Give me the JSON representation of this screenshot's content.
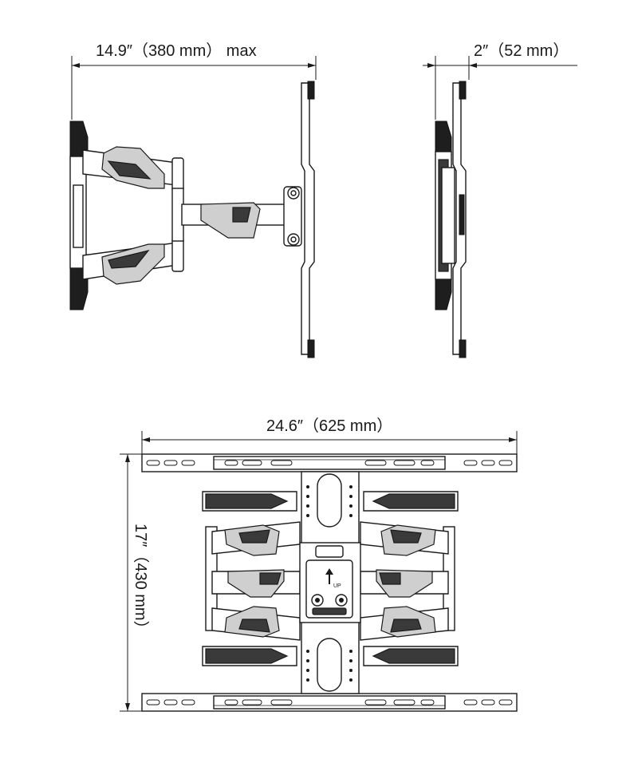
{
  "dimensions": {
    "side_max_extension": "14.9″（380 mm） max",
    "side_min_profile": "2″（52 mm）",
    "front_width": "24.6″（625 mm）",
    "front_height": "17″（430 mm）"
  },
  "views": [
    {
      "name": "side-view-extended"
    },
    {
      "name": "side-view-folded"
    },
    {
      "name": "front-view"
    }
  ],
  "bracket_marking": "UP"
}
